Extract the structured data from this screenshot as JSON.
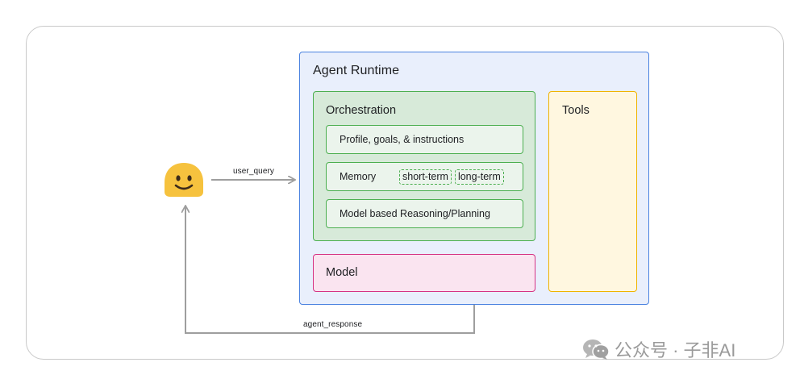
{
  "runtime": {
    "title": "Agent Runtime",
    "orchestration": {
      "title": "Orchestration",
      "profile": "Profile, goals, & instructions",
      "memory": {
        "label": "Memory",
        "short_term": "short-term",
        "long_term": "long-term"
      },
      "reasoning": "Model based Reasoning/Planning"
    },
    "model": "Model",
    "tools": "Tools"
  },
  "flows": {
    "user_query": "user_query",
    "agent_response": "agent_response"
  },
  "user": {
    "icon": "smiley-face-icon"
  },
  "watermark": {
    "text": "公众号 · 子非AI",
    "icon": "wechat-icon"
  },
  "colors": {
    "runtime_border": "#4a82e0",
    "runtime_fill": "#e9effc",
    "orchestration_border": "#4caf50",
    "orchestration_fill": "#d7ead9",
    "model_border": "#d63384",
    "model_fill": "#fae4f0",
    "tools_border": "#f0b400",
    "tools_fill": "#fff7e0",
    "smiley": "#f6c23e",
    "arrow": "#9e9e9e"
  }
}
